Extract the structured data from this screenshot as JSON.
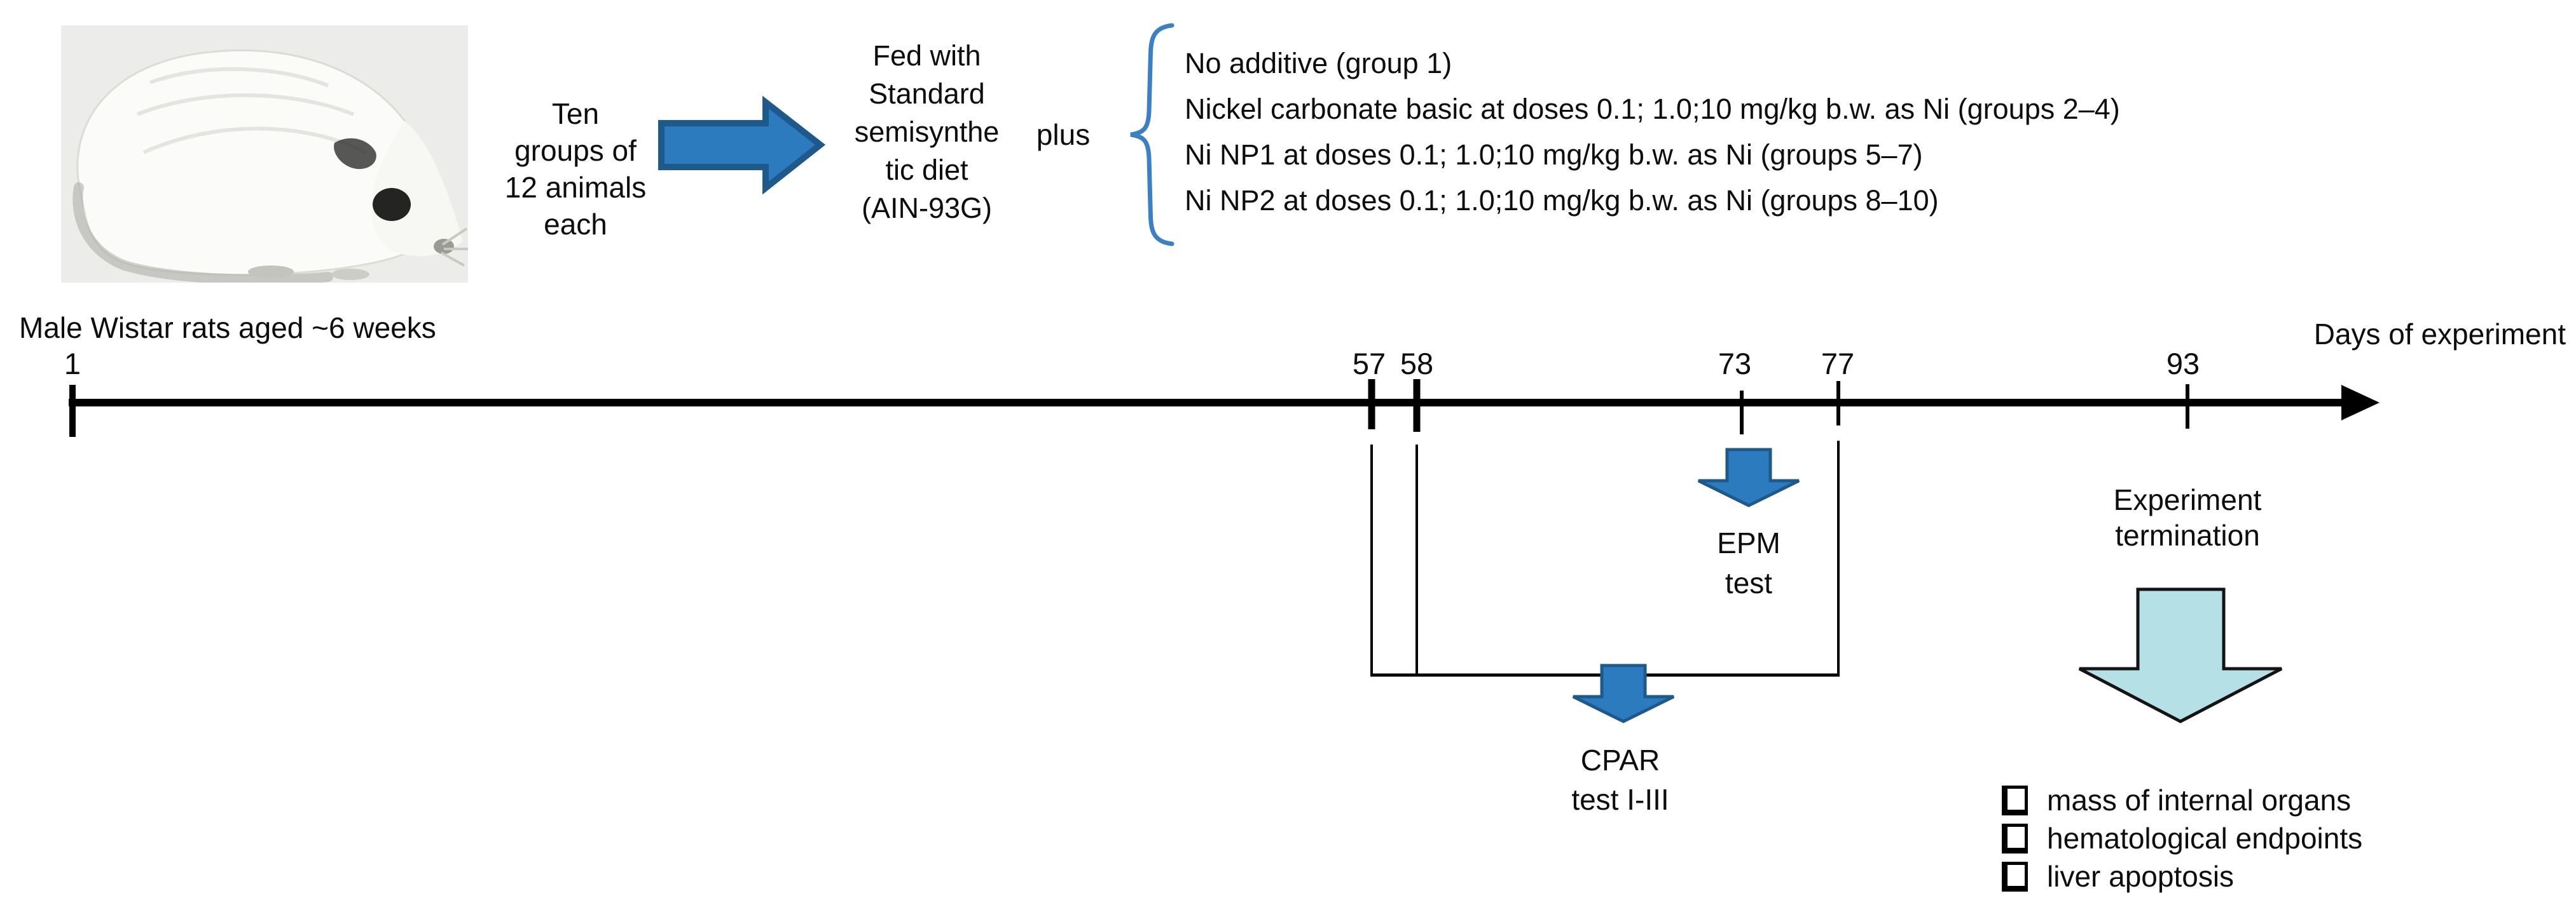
{
  "figure": {
    "caption_left": "Male Wistar rats aged ~6 weeks",
    "axis_label": "Days of experiment"
  },
  "setup": {
    "groups_text": [
      "Ten",
      "groups of",
      "12 animals",
      "each"
    ],
    "diet_text": [
      "Fed with",
      "Standard",
      "semisynthe",
      "tic diet",
      "(AIN-93G)"
    ],
    "plus_label": "plus",
    "treatments": [
      "No additive (group 1)",
      "Nickel carbonate basic at doses 0.1; 1.0;10 mg/kg b.w. as Ni (groups 2–4)",
      "Ni NP1 at doses 0.1; 1.0;10 mg/kg b.w. as Ni (groups 5–7)",
      "Ni NP2 at doses 0.1; 1.0;10 mg/kg b.w. as Ni (groups 8–10)"
    ]
  },
  "timeline": {
    "ticks": [
      {
        "day": "1"
      },
      {
        "day": "57"
      },
      {
        "day": "58"
      },
      {
        "day": "73"
      },
      {
        "day": "77"
      },
      {
        "day": "93"
      }
    ],
    "events": {
      "epm": [
        "EPM",
        "test"
      ],
      "cpar": [
        "CPAR",
        "test I-III"
      ],
      "termination": [
        "Experiment",
        "termination"
      ]
    }
  },
  "endpoints": [
    "mass of internal organs",
    "hematological endpoints",
    "liver apoptosis"
  ],
  "colors": {
    "arrow_blue": "#2d7bbf",
    "arrow_blue_border": "#1e598c",
    "brace_blue": "#3b7fc4",
    "terminal_arrow_fill": "#b5e1e6",
    "terminal_arrow_border": "#141414",
    "axis_black": "#000000"
  }
}
